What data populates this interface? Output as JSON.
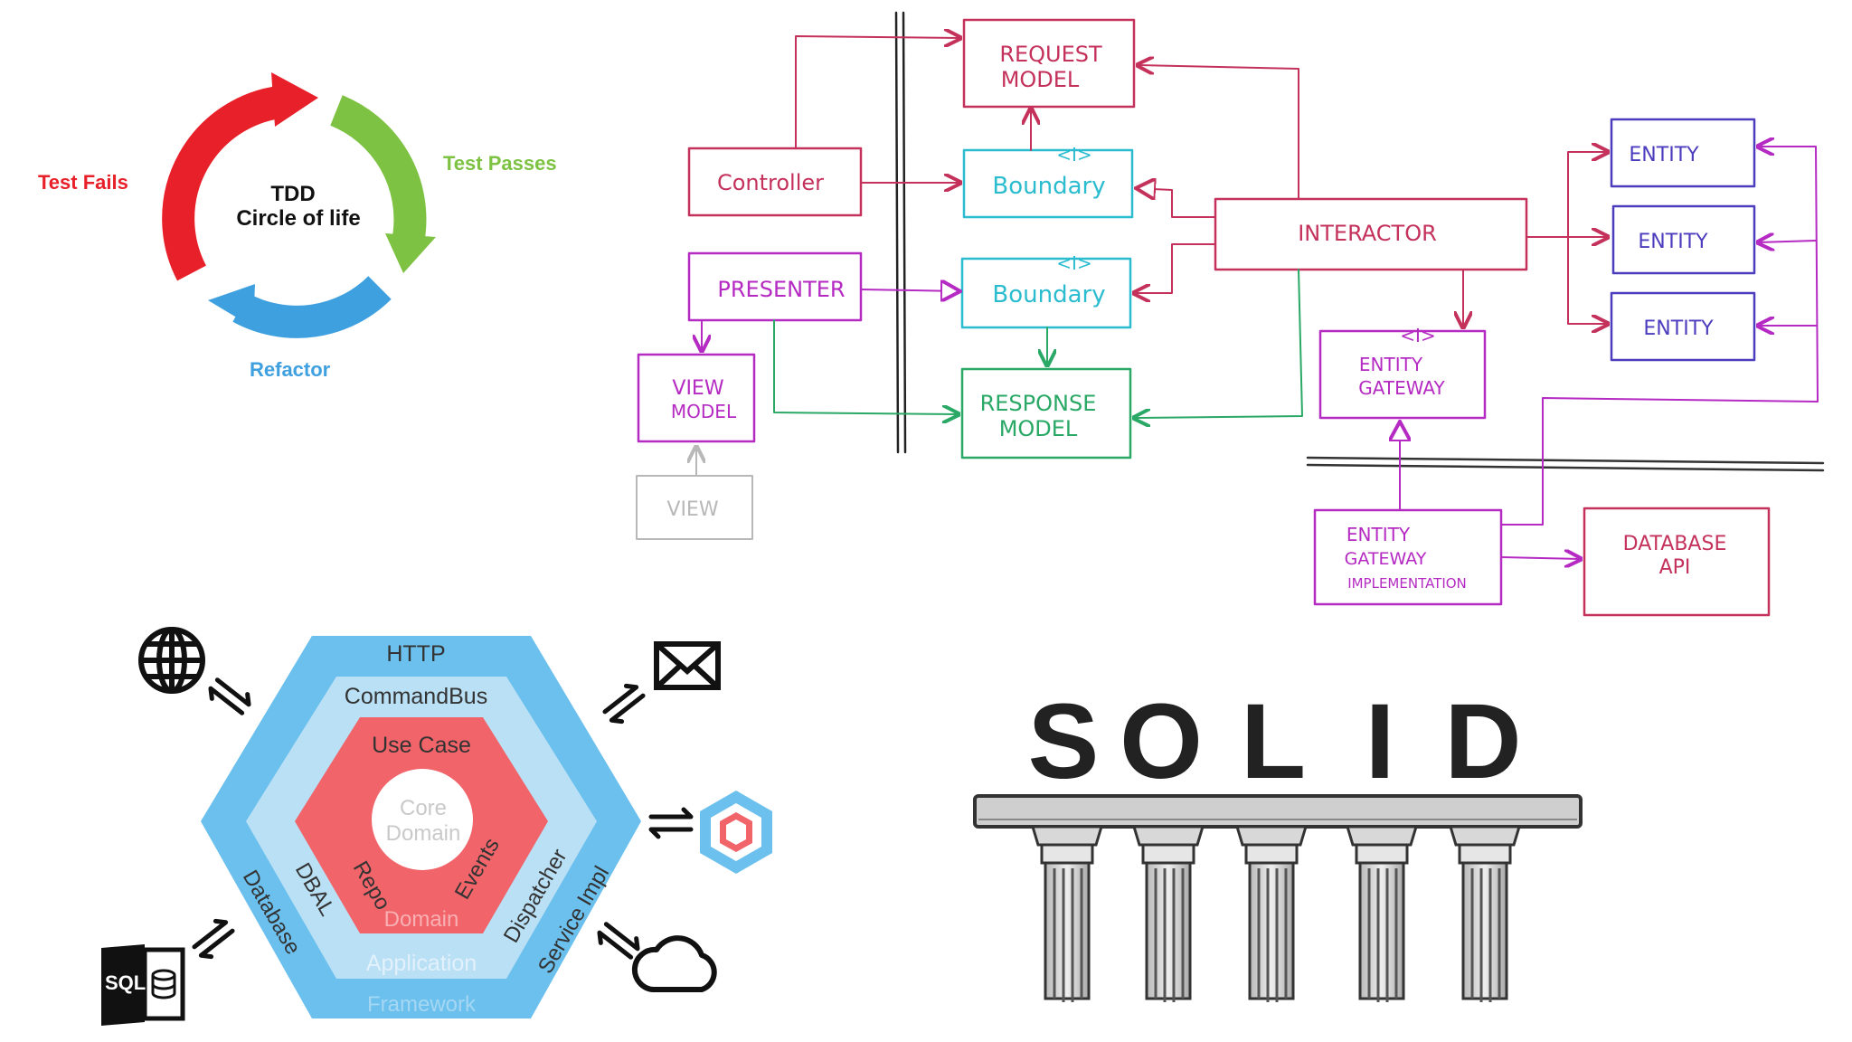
{
  "tdd": {
    "center_line1": "TDD",
    "center_line2": "Circle of life",
    "test_fails": "Test Fails",
    "test_passes": "Test Passes",
    "refactor": "Refactor",
    "colors": {
      "fails": "#e8202a",
      "passes": "#7dc242",
      "refactor": "#3fa0e0"
    }
  },
  "clean": {
    "request_model": [
      "REQUEST",
      "MODEL"
    ],
    "controller": "Controller",
    "boundary_top": "Boundary",
    "boundary_bottom": "Boundary",
    "interface_marker": "<I>",
    "presenter": "PRESENTER",
    "view_model": [
      "VIEW",
      "MODEL"
    ],
    "view": "VIEW",
    "response_model": [
      "RESPONSE",
      "MODEL"
    ],
    "interactor": "INTERACTOR",
    "entity_gateway": [
      "ENTITY",
      "GATEWAY"
    ],
    "entity_gateway_impl": [
      "ENTITY",
      "GATEWAY",
      "IMPLEMENTATION"
    ],
    "database_api": [
      "DATABASE",
      "API"
    ],
    "entities": [
      "ENTITY",
      "ENTITY",
      "ENTITY"
    ],
    "colors": {
      "red": "#c4325c",
      "cyan": "#2bbccf",
      "magenta": "#b52ac2",
      "green": "#2aa866",
      "blue": "#4b3dbd",
      "grey": "#b8b8b8"
    }
  },
  "hex": {
    "http": "HTTP",
    "commandbus": "CommandBus",
    "use_case": "Use Case",
    "core": "Core",
    "domain_center": "Domain",
    "repo": "Repo",
    "events": "Events",
    "domain": "Domain",
    "dbal": "DBAL",
    "dispatcher": "Dispatcher",
    "application": "Application",
    "database": "Database",
    "service_impl": "Service Impl",
    "framework": "Framework",
    "sql": "SQL",
    "icons": [
      "globe-icon",
      "envelope-icon",
      "hexagon-logo-icon",
      "cloud-icon",
      "sql-database-icon",
      "exchange-arrows-icon"
    ],
    "colors": {
      "outer": "#6cc0ee",
      "middle": "#b9e0f5",
      "inner": "#f0646a"
    }
  },
  "solid": {
    "letters": [
      "S",
      "O",
      "L",
      "I",
      "D"
    ]
  }
}
